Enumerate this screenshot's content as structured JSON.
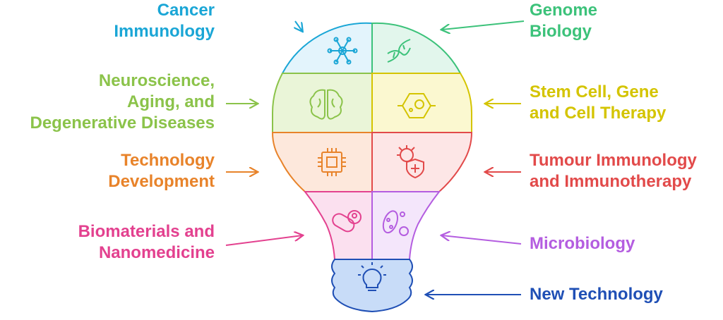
{
  "labels": {
    "cancer_immunology": {
      "line1": "Cancer",
      "line2": "Immunology",
      "color": "#1aa6d6"
    },
    "genome_biology": {
      "line1": "Genome",
      "line2": "Biology",
      "color": "#3cc27a"
    },
    "neuroscience": {
      "line1": "Neuroscience,",
      "line2": "Aging, and",
      "line3": "Degenerative Diseases",
      "color": "#8bc34a"
    },
    "stem_cell": {
      "line1": "Stem Cell, Gene",
      "line2": "and Cell Therapy",
      "color": "#d4c400"
    },
    "technology_development": {
      "line1": "Technology",
      "line2": "Development",
      "color": "#e8832a"
    },
    "tumour_immunology": {
      "line1": "Tumour Immunology",
      "line2": "and Immunotherapy",
      "color": "#e24a4a"
    },
    "biomaterials": {
      "line1": "Biomaterials and",
      "line2": "Nanomedicine",
      "color": "#e3418f"
    },
    "microbiology": {
      "line1": "Microbiology",
      "color": "#b45de0"
    },
    "new_technology": {
      "line1": "New Technology",
      "color": "#1f4fb5"
    }
  },
  "icons": [
    "snowflake-cell-icon",
    "dna-icon",
    "brain-icon",
    "stem-cell-icon",
    "microchip-icon",
    "virus-shield-icon",
    "pill-icon",
    "bacteria-icon",
    "lightbulb-icon"
  ]
}
